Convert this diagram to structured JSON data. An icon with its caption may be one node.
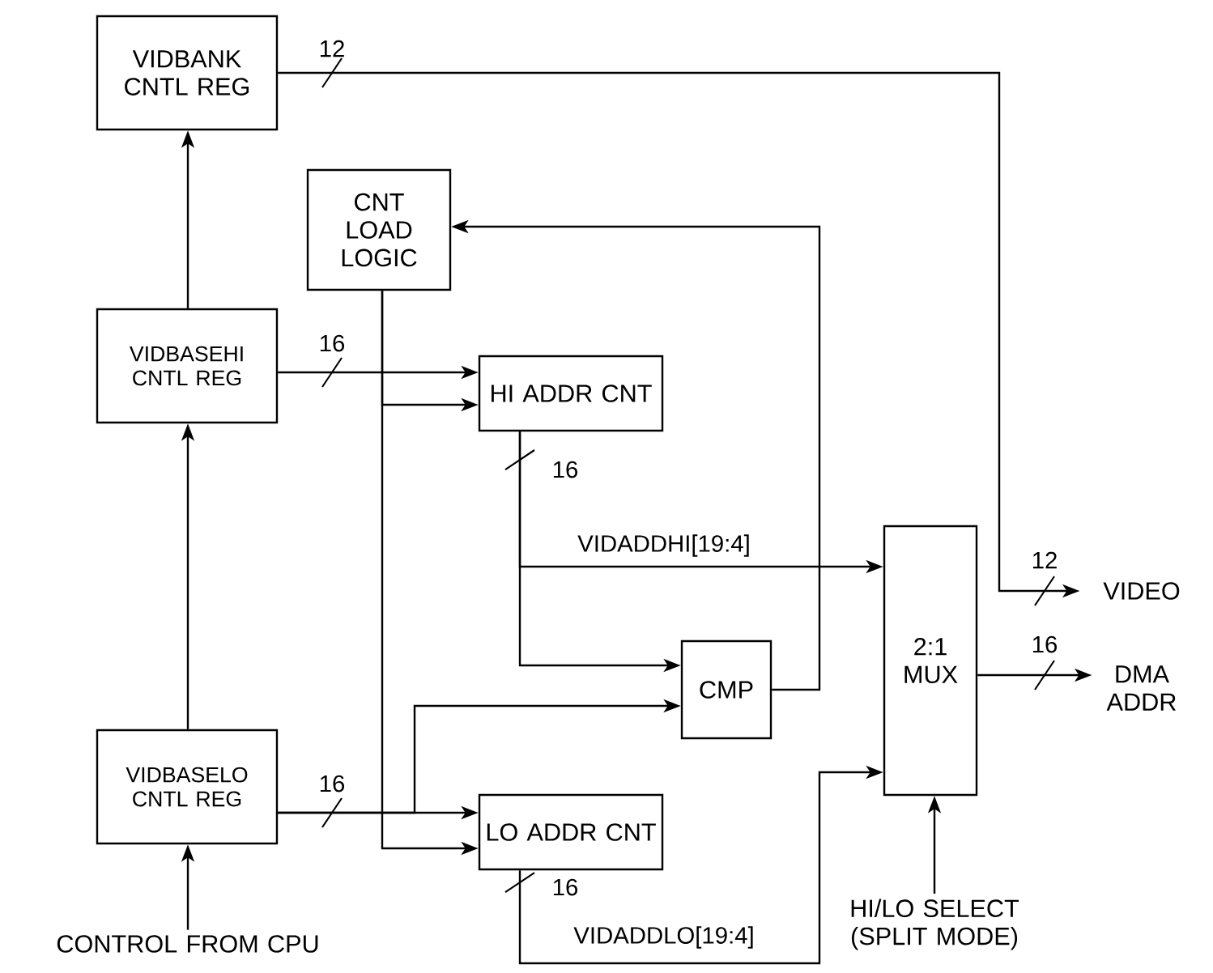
{
  "diagram": {
    "nodes": [
      {
        "text": [
          "VIDBANK CNTL REG"
        ]
      },
      {
        "text": [
          "CNT LOAD LOGIC"
        ]
      },
      {
        "text": [
          "VIDBASEHI CNTL REG"
        ]
      },
      {
        "text": [
          "HI ADDR CNT"
        ]
      },
      {
        "text": [
          "CMP"
        ]
      },
      {
        "text": [
          "2:1 MUX"
        ]
      },
      {
        "text": [
          "VIDBASELO CNTL REG"
        ]
      },
      {
        "text": [
          "LO ADDR CNT"
        ]
      },
      {
        "text": [
          "CONTROL FROM CPU"
        ]
      },
      {
        "text": [
          "VIDEO"
        ]
      },
      {
        "text": [
          "DMA ADDR"
        ]
      },
      {
        "text": [
          "HI/LO SELECT (SPLIT MODE)"
        ]
      }
    ],
    "edges": [
      {
        "from": 8,
        "to": 6,
        "arrow": "to"
      },
      {
        "from": 6,
        "to": 2,
        "arrow": "to"
      },
      {
        "from": 2,
        "to": 0,
        "arrow": "to"
      },
      {
        "from": 0,
        "to": 9,
        "arrow": "to"
      },
      {
        "from": 2,
        "to": 3,
        "arrow": "to"
      },
      {
        "from": 1,
        "to": 3,
        "arrow": "to"
      },
      {
        "from": 1,
        "to": 7,
        "arrow": "to"
      },
      {
        "from": 3,
        "to": 5,
        "arrow": "to",
        "label": "VIDADDHI[19:4]"
      },
      {
        "from": 3,
        "to": 4,
        "arrow": "to"
      },
      {
        "from": 6,
        "to": 7,
        "arrow": "to"
      },
      {
        "from": 6,
        "to": 4,
        "arrow": "to"
      },
      {
        "from": 4,
        "to": 1,
        "arrow": "to"
      },
      {
        "from": 7,
        "to": 5,
        "arrow": "to",
        "label": "VIDADDLO[19:4]"
      },
      {
        "from": 5,
        "to": 10,
        "arrow": "to"
      },
      {
        "from": 11,
        "to": 5,
        "arrow": "to"
      }
    ],
    "labels": [
      "12",
      "16",
      "16",
      "12",
      "16",
      "16",
      "16"
    ]
  }
}
